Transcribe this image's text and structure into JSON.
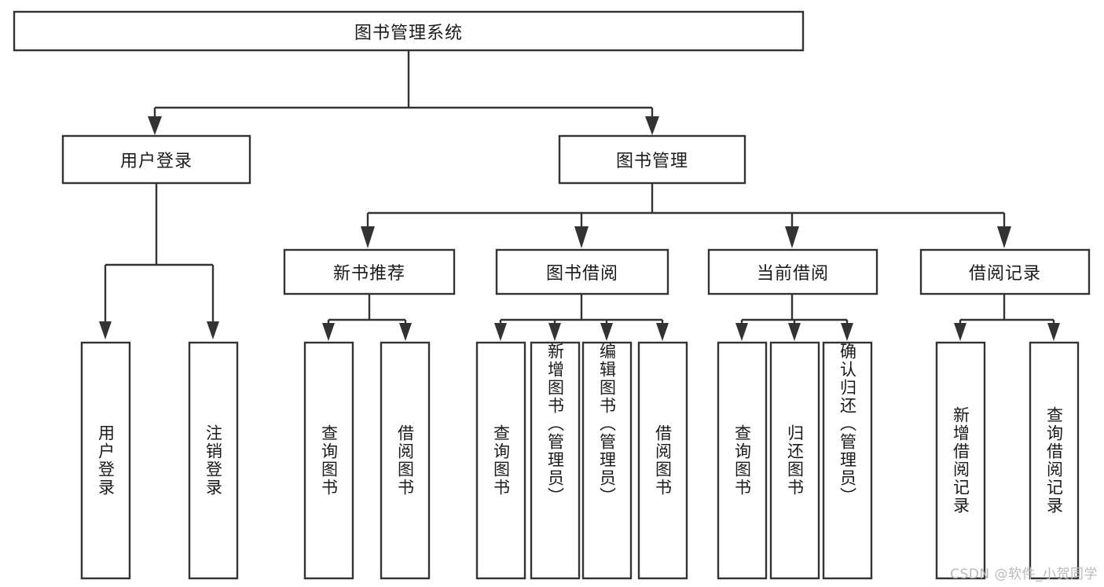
{
  "diagram": {
    "title": "图书管理系统",
    "type": "tree",
    "background_color": "#ffffff",
    "line_color": "#333333",
    "text_color": "#1a1a1a",
    "watermark": "CSDN @软件_小贺同学"
  },
  "nodes": {
    "root": {
      "label": "图书管理系统",
      "orientation": "horizontal"
    },
    "level1": [
      {
        "id": "user-login",
        "label": "用户登录",
        "orientation": "horizontal"
      },
      {
        "id": "book-manage",
        "label": "图书管理",
        "orientation": "horizontal"
      }
    ],
    "level2": [
      {
        "id": "new-book-recommend",
        "label": "新书推荐",
        "orientation": "horizontal"
      },
      {
        "id": "book-borrow",
        "label": "图书借阅",
        "orientation": "horizontal"
      },
      {
        "id": "current-borrow",
        "label": "当前借阅",
        "orientation": "horizontal"
      },
      {
        "id": "borrow-record",
        "label": "借阅记录",
        "orientation": "horizontal"
      }
    ],
    "leaves": [
      {
        "id": "leaf-user-login",
        "label": "用户登录",
        "orientation": "vertical",
        "parent": "user-login"
      },
      {
        "id": "leaf-logout",
        "label": "注销登录",
        "orientation": "vertical",
        "parent": "user-login"
      },
      {
        "id": "leaf-query-book-1",
        "label": "查询图书",
        "orientation": "vertical",
        "parent": "new-book-recommend"
      },
      {
        "id": "leaf-borrow-book-1",
        "label": "借阅图书",
        "orientation": "vertical",
        "parent": "new-book-recommend"
      },
      {
        "id": "leaf-query-book-2",
        "label": "查询图书",
        "orientation": "vertical",
        "parent": "book-borrow"
      },
      {
        "id": "leaf-add-book",
        "label": "新增图书（管理员）",
        "orientation": "vertical",
        "parent": "book-borrow"
      },
      {
        "id": "leaf-edit-book",
        "label": "编辑图书（管理员）",
        "orientation": "vertical",
        "parent": "book-borrow"
      },
      {
        "id": "leaf-borrow-book-2",
        "label": "借阅图书",
        "orientation": "vertical",
        "parent": "book-borrow"
      },
      {
        "id": "leaf-query-book-3",
        "label": "查询图书",
        "orientation": "vertical",
        "parent": "current-borrow"
      },
      {
        "id": "leaf-return-book",
        "label": "归还图书",
        "orientation": "vertical",
        "parent": "current-borrow"
      },
      {
        "id": "leaf-confirm-return",
        "label": "确认归还（管理员）",
        "orientation": "vertical",
        "parent": "current-borrow"
      },
      {
        "id": "leaf-add-record",
        "label": "新增借阅记录",
        "orientation": "vertical",
        "parent": "borrow-record"
      },
      {
        "id": "leaf-query-record",
        "label": "查询借阅记录",
        "orientation": "vertical",
        "parent": "borrow-record"
      }
    ]
  }
}
